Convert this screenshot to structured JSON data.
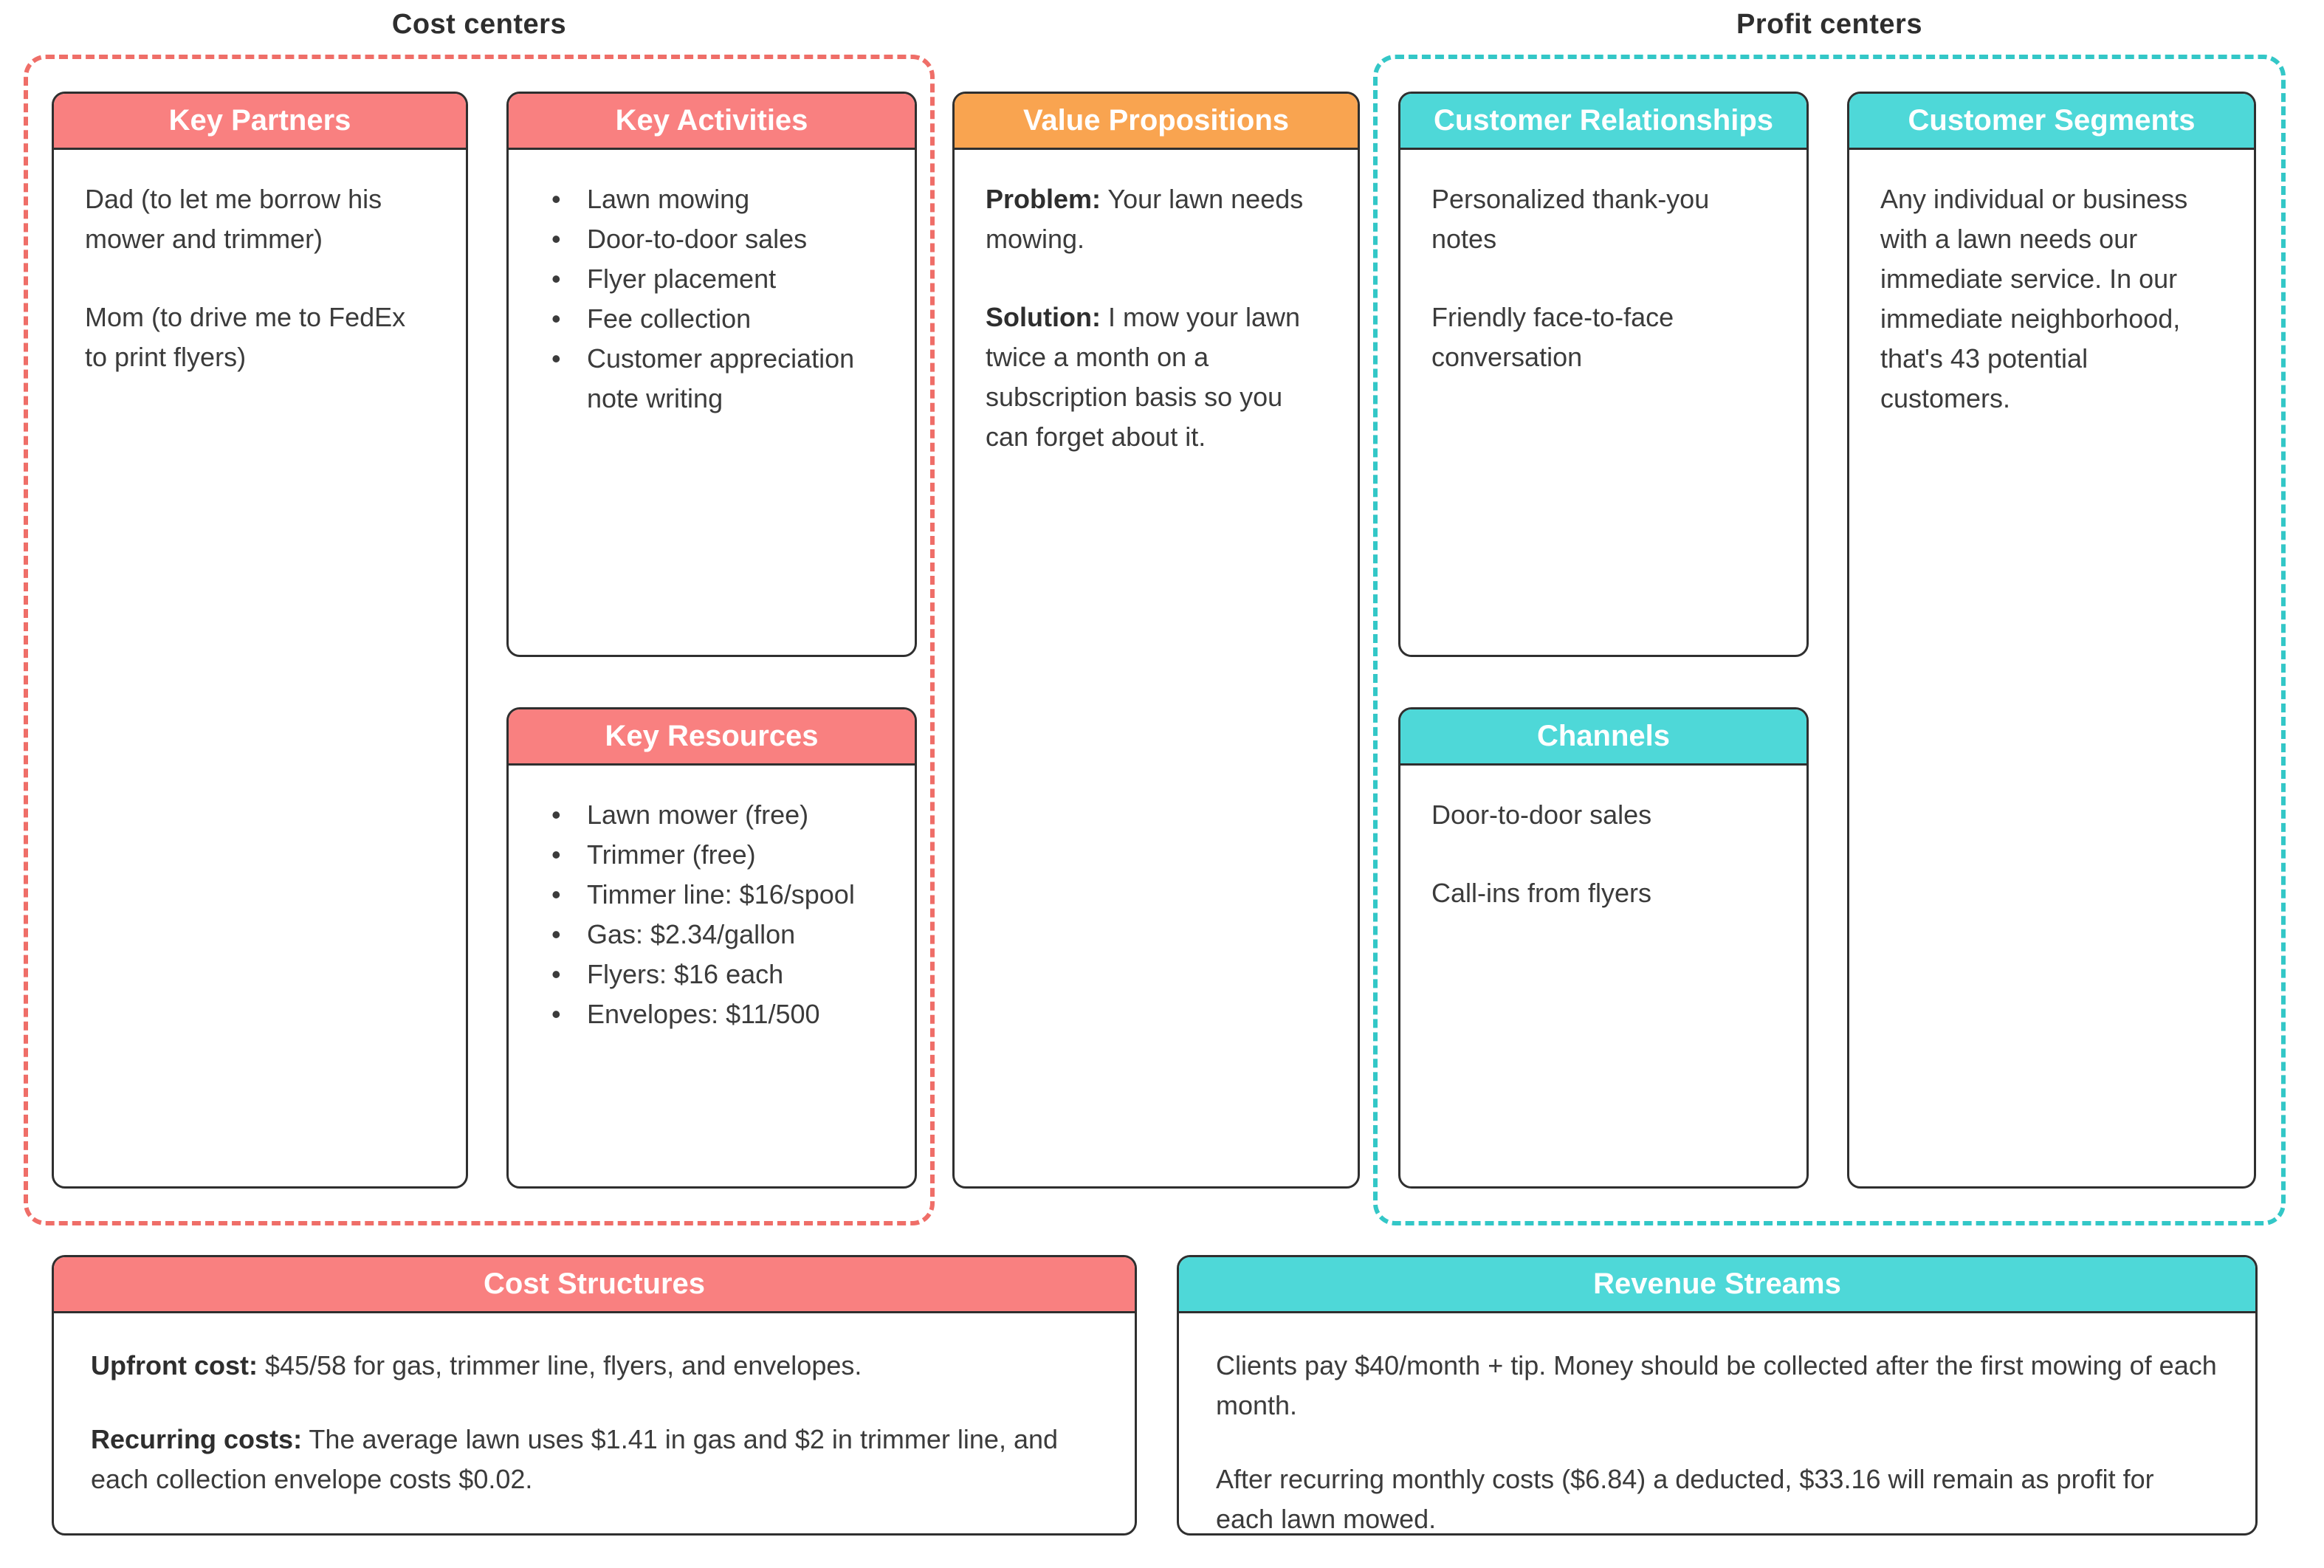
{
  "labels": {
    "cost_centers": "Cost centers",
    "profit_centers": "Profit centers"
  },
  "boxes": {
    "key_partners": {
      "title": "Key Partners",
      "paragraphs": [
        "Dad (to let me borrow his mower and trimmer)",
        "Mom (to drive me to FedEx to print flyers)"
      ]
    },
    "key_activities": {
      "title": "Key Activities",
      "items": [
        "Lawn mowing",
        "Door-to-door sales",
        "Flyer placement",
        "Fee collection",
        "Customer appreciation note writing"
      ]
    },
    "key_resources": {
      "title": "Key Resources",
      "items": [
        "Lawn mower (free)",
        "Trimmer (free)",
        "Timmer line: $16/spool",
        "Gas: $2.34/gallon",
        "Flyers: $16 each",
        "Envelopes: $11/500"
      ]
    },
    "value_propositions": {
      "title": "Value Propositions",
      "problem_label": "Problem:",
      "problem_text": " Your lawn needs mowing.",
      "solution_label": "Solution:",
      "solution_text": " I mow your lawn twice a month on a subscription basis so you can forget about it."
    },
    "customer_relationships": {
      "title": "Customer Relationships",
      "paragraphs": [
        "Personalized thank-you notes",
        "Friendly face-to-face conversation"
      ]
    },
    "channels": {
      "title": "Channels",
      "paragraphs": [
        "Door-to-door sales",
        "Call-ins from flyers"
      ]
    },
    "customer_segments": {
      "title": "Customer Segments",
      "paragraphs": [
        "Any individual or business with a lawn needs our immediate service. In our immediate neighborhood, that's 43 potential customers."
      ]
    },
    "cost_structures": {
      "title": "Cost Structures",
      "upfront_label": "Upfront cost:",
      "upfront_text": " $45/58 for gas, trimmer line, flyers, and envelopes.",
      "recurring_label": "Recurring costs:",
      "recurring_text": " The average lawn uses $1.41 in gas and $2 in trimmer line, and each collection envelope costs $0.02."
    },
    "revenue_streams": {
      "title": "Revenue Streams",
      "paragraphs": [
        "Clients pay $40/month + tip. Money should be collected after the first mowing of each month.",
        "After recurring monthly costs ($6.84) a deducted, $33.16 will remain as profit for each lawn mowed."
      ]
    }
  },
  "colors": {
    "salmon": "#F98080",
    "salmon_dash": "#EF6E68",
    "teal": "#4ED8D8",
    "teal_dash": "#33C7C7",
    "orange": "#F9A450",
    "box_border": "#2F2F2F",
    "text": "#3B3B3B",
    "header_text": "#FFFFFF"
  }
}
